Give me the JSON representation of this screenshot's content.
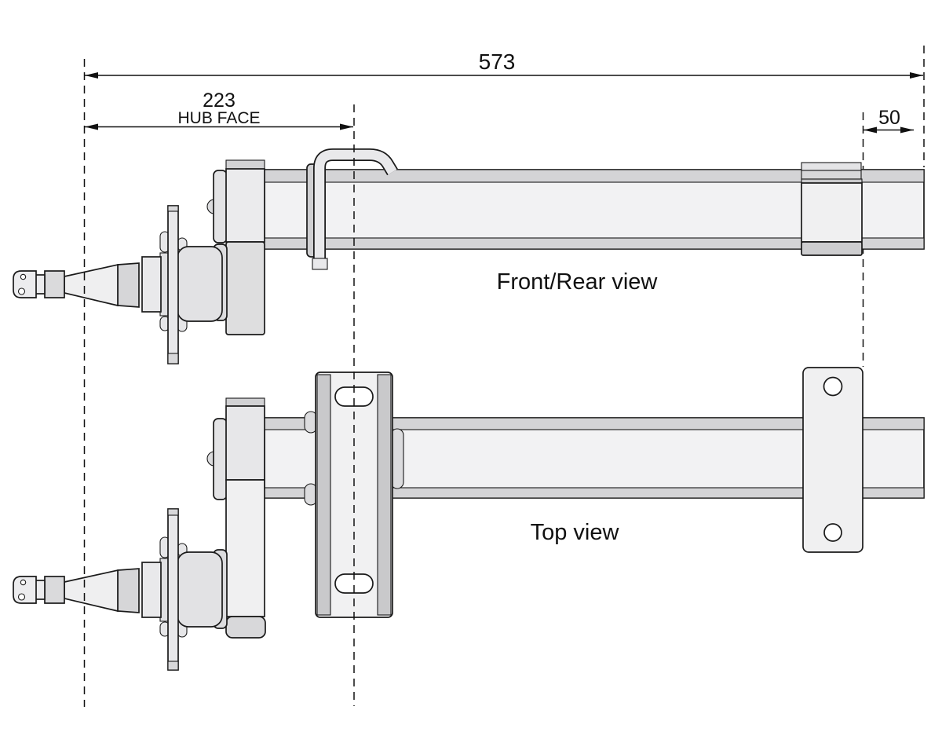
{
  "drawing": {
    "type": "axle-assembly-technical-drawing",
    "colors": {
      "background": "#ffffff",
      "outline": "#1a1a1a",
      "beam_body": "#f2f2f3",
      "beam_strip": "#d4d4d6",
      "part_light": "#ececee",
      "part_mid": "#e2e2e4",
      "part_dark": "#cfcfd1"
    }
  },
  "annotations": {
    "overall_value": "573",
    "hub_face_value": "223",
    "hub_face_label": "HUB FACE",
    "end_offset_value": "50",
    "front_view_label": "Front/Rear view",
    "top_view_label": "Top view"
  }
}
